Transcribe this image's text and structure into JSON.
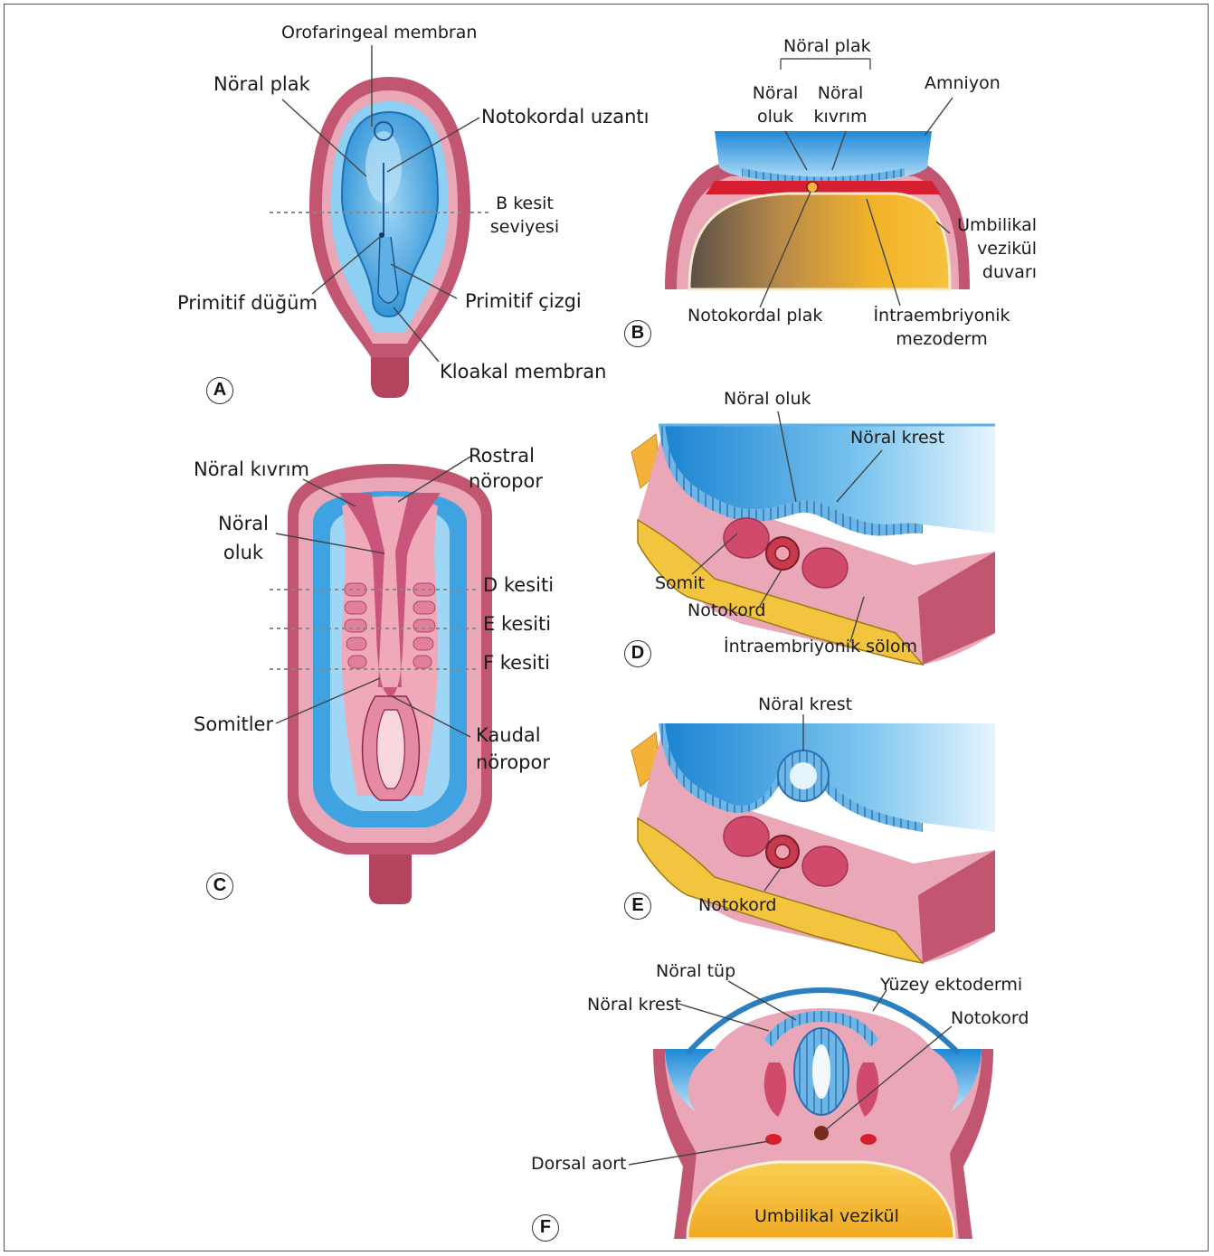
{
  "panels": [
    "A",
    "B",
    "C",
    "D",
    "E",
    "F"
  ],
  "labels": {
    "A": {
      "orofaringeal": "Orofaringeal membran",
      "noral_plak": "Nöral plak",
      "notokordal_uzanti": "Notokordal uzantı",
      "b_kesit_line1": "B kesit",
      "b_kesit_line2": "seviyesi",
      "primitif_dugum": "Primitif düğüm",
      "primitif_cizgi": "Primitif çizgi",
      "kloakal": "Kloakal membran"
    },
    "B": {
      "noral_plak": "Nöral plak",
      "oluk_line1": "Nöral",
      "oluk_line2": "oluk",
      "kivrim_line1": "Nöral",
      "kivrim_line2": "kıvrım",
      "amniyon": "Amniyon",
      "umb_line1": "Umbilikal",
      "umb_line2": "vezikül",
      "umb_line3": "duvarı",
      "notokordal_plak": "Notokordal plak",
      "intra_line1": "İntraembriyonik",
      "intra_line2": "mezoderm"
    },
    "C": {
      "noral_kivrim": "Nöral kıvrım",
      "rostral_line1": "Rostral",
      "rostral_line2": "nöropor",
      "oluk_line1": "Nöral",
      "oluk_line2": "oluk",
      "d_kesiti": "D kesiti",
      "e_kesiti": "E kesiti",
      "f_kesiti": "F kesiti",
      "somitler": "Somitler",
      "kaudal_line1": "Kaudal",
      "kaudal_line2": "nöropor"
    },
    "D": {
      "noral_oluk": "Nöral oluk",
      "noral_krest": "Nöral krest",
      "somit": "Somit",
      "notokord": "Notokord",
      "solom": "İntraembriyonik sölom"
    },
    "E": {
      "noral_krest": "Nöral krest",
      "notokord": "Notokord"
    },
    "F": {
      "noral_tup": "Nöral tüp",
      "yuzey": "Yüzey ektodermi",
      "noral_krest": "Nöral krest",
      "notokord": "Notokord",
      "dorsal_aort": "Dorsal aort",
      "umbilikal_vezikul": "Umbilikal vezikül"
    }
  }
}
